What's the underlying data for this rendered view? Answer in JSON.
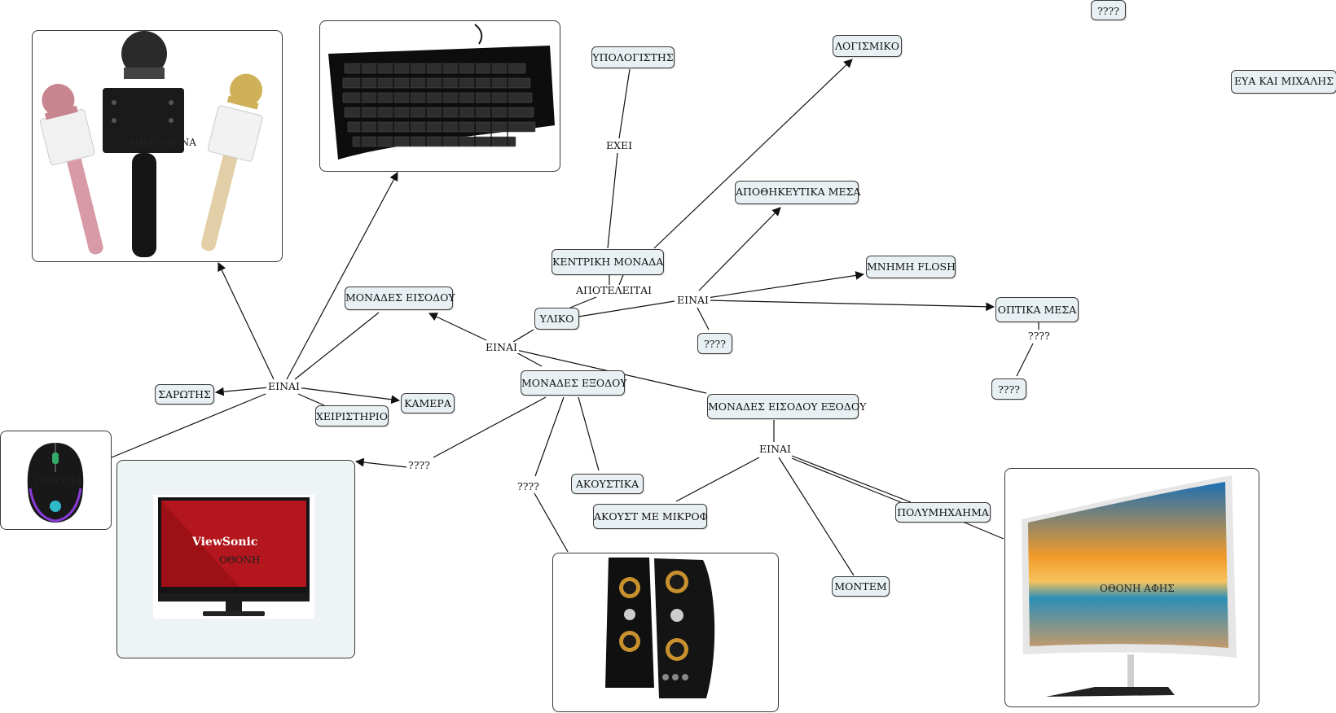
{
  "nodes": {
    "ypologistis": "ΥΠΟΛΟΓΙΣΤΗΣ",
    "logismiko": "ΛΟΓΙΣΜΙΚΟ",
    "q_top": "????",
    "authors": "ΕΥΑ ΚΑΙ ΜΙΧΑΛΗΣ",
    "apothikeytika": "ΑΠΟΘΗΚΕΥΤΙΚΑ ΜΕΣΑ",
    "kentriki": "ΚΕΝΤΡΙΚΗ ΜΟΝΑΔΑ",
    "mnimi": "ΜΝΗΜΗ FLOSH",
    "monades_eisodou": "ΜΟΝΑΔΕΣ ΕΙΣΟΔΟΥ",
    "yliko": "ΥΛΙΚΟ",
    "optika": "ΟΠΤΙΚΑ ΜΕΣΑ",
    "q_mid": "????",
    "monades_exodou": "ΜΟΝΑΔΕΣ ΕΞΟΔΟΥ",
    "q_right": "????",
    "sarotis": "ΣΑΡΩΤΗΣ",
    "kamera": "ΚΑΜΕΡΑ",
    "xeiristirio": "ΧΕΙΡΙΣΤΗΡΙΟ",
    "eisodou_exodou": "ΜΟΝΑΔΕΣ ΕΙΣΟΔΟΥ ΕΞΟΔΟΥ",
    "akoustika": "ΑΚΟΥΣΤΙΚΑ",
    "akoust_mikrof": "ΑΚΟΥΣΤ ΜΕ ΜΙΚΡΟΦ",
    "polymixanima": "ΠΟΛΥΜΗΧΑΗΜΑ",
    "modem": "ΜΟΝΤΕΜ"
  },
  "links": {
    "exei": "ΕΧΕΙ",
    "apoteleitai": "ΑΠΟΤΕΛΕΙΤΑΙ",
    "einai_storage": "ΕΙΝΑΙ",
    "einai_center": "ΕΙΝΑΙ",
    "einai_input": "ΕΙΝΑΙ",
    "einai_io": "ΕΙΝΑΙ",
    "q_optika": "????",
    "q_screen": "????",
    "q_speakers": "????"
  },
  "images": {
    "microphones": "ΜΙΚΡΟΦΩΝΑ",
    "keyboard": "",
    "mouse": "ΠΟΝΤΙΚΙ",
    "monitor": "ΟΘΟΝΗ",
    "monitor_brand": "ViewSonic",
    "speakers": "",
    "touchscreen": "ΟΘΟΝΗ ΑΦΗΣ"
  },
  "colors": {
    "node_fill": "#e9f0f3",
    "border": "#3a3a3a",
    "line": "#111111"
  }
}
